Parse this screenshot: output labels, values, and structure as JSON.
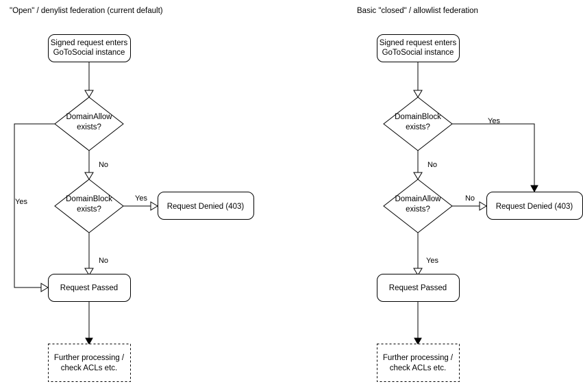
{
  "diagram": {
    "kind": "flowchart",
    "background_color": "#ffffff",
    "stroke_color": "#000000",
    "text_color": "#000000",
    "panels": [
      {
        "id": "open-denylist",
        "title": "\"Open\" / denylist federation (current default)",
        "nodes": {
          "start": {
            "label_line1": "Signed request enters",
            "label_line2": "GoToSocial instance",
            "shape": "rounded-rect"
          },
          "decision1": {
            "label_line1": "DomainAllow",
            "label_line2": "exists?",
            "shape": "diamond"
          },
          "decision2": {
            "label_line1": "DomainBlock",
            "label_line2": "exists?",
            "shape": "diamond"
          },
          "denied": {
            "label": "Request Denied (403)",
            "shape": "rounded-rect"
          },
          "passed": {
            "label": "Request Passed",
            "shape": "rounded-rect"
          },
          "further": {
            "label_line1": "Further processing /",
            "label_line2": "check ACLs etc.",
            "shape": "dashed-rect"
          }
        },
        "edge_labels": {
          "decision1_yes": "Yes",
          "decision1_no": "No",
          "decision2_yes": "Yes",
          "decision2_no": "No"
        }
      },
      {
        "id": "closed-allowlist",
        "title": "Basic \"closed\" / allowlist federation",
        "nodes": {
          "start": {
            "label_line1": "Signed request enters",
            "label_line2": "GoToSocial instance",
            "shape": "rounded-rect"
          },
          "decision1": {
            "label_line1": "DomainBlock",
            "label_line2": "exists?",
            "shape": "diamond"
          },
          "decision2": {
            "label_line1": "DomainAllow",
            "label_line2": "exists?",
            "shape": "diamond"
          },
          "denied": {
            "label": "Request Denied (403)",
            "shape": "rounded-rect"
          },
          "passed": {
            "label": "Request Passed",
            "shape": "rounded-rect"
          },
          "further": {
            "label_line1": "Further processing /",
            "label_line2": "check ACLs etc.",
            "shape": "dashed-rect"
          }
        },
        "edge_labels": {
          "decision1_yes": "Yes",
          "decision1_no": "No",
          "decision2_no": "No",
          "decision2_yes": "Yes"
        }
      }
    ]
  }
}
